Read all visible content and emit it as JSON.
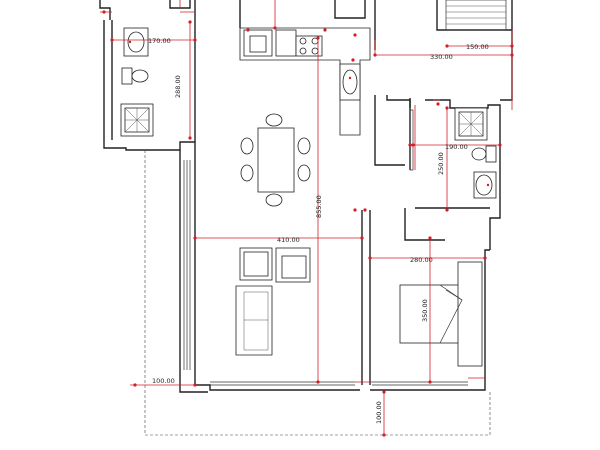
{
  "dimensions": [
    {
      "id": "bath1-width",
      "label": "170.00"
    },
    {
      "id": "bath1-depth",
      "label": "288.00"
    },
    {
      "id": "balcony-depth",
      "label": "330.00"
    },
    {
      "id": "stair-width",
      "label": "150.00"
    },
    {
      "id": "bath2-width",
      "label": "190.00"
    },
    {
      "id": "bath2-depth",
      "label": "250.00"
    },
    {
      "id": "living-depth",
      "label": "855.00"
    },
    {
      "id": "living-width",
      "label": "410.00"
    },
    {
      "id": "bedroom-width",
      "label": "280.00"
    },
    {
      "id": "bedroom-depth",
      "label": "350.00"
    },
    {
      "id": "terrace-left",
      "label": "100.00"
    },
    {
      "id": "terrace-depth",
      "label": "100.00"
    }
  ]
}
